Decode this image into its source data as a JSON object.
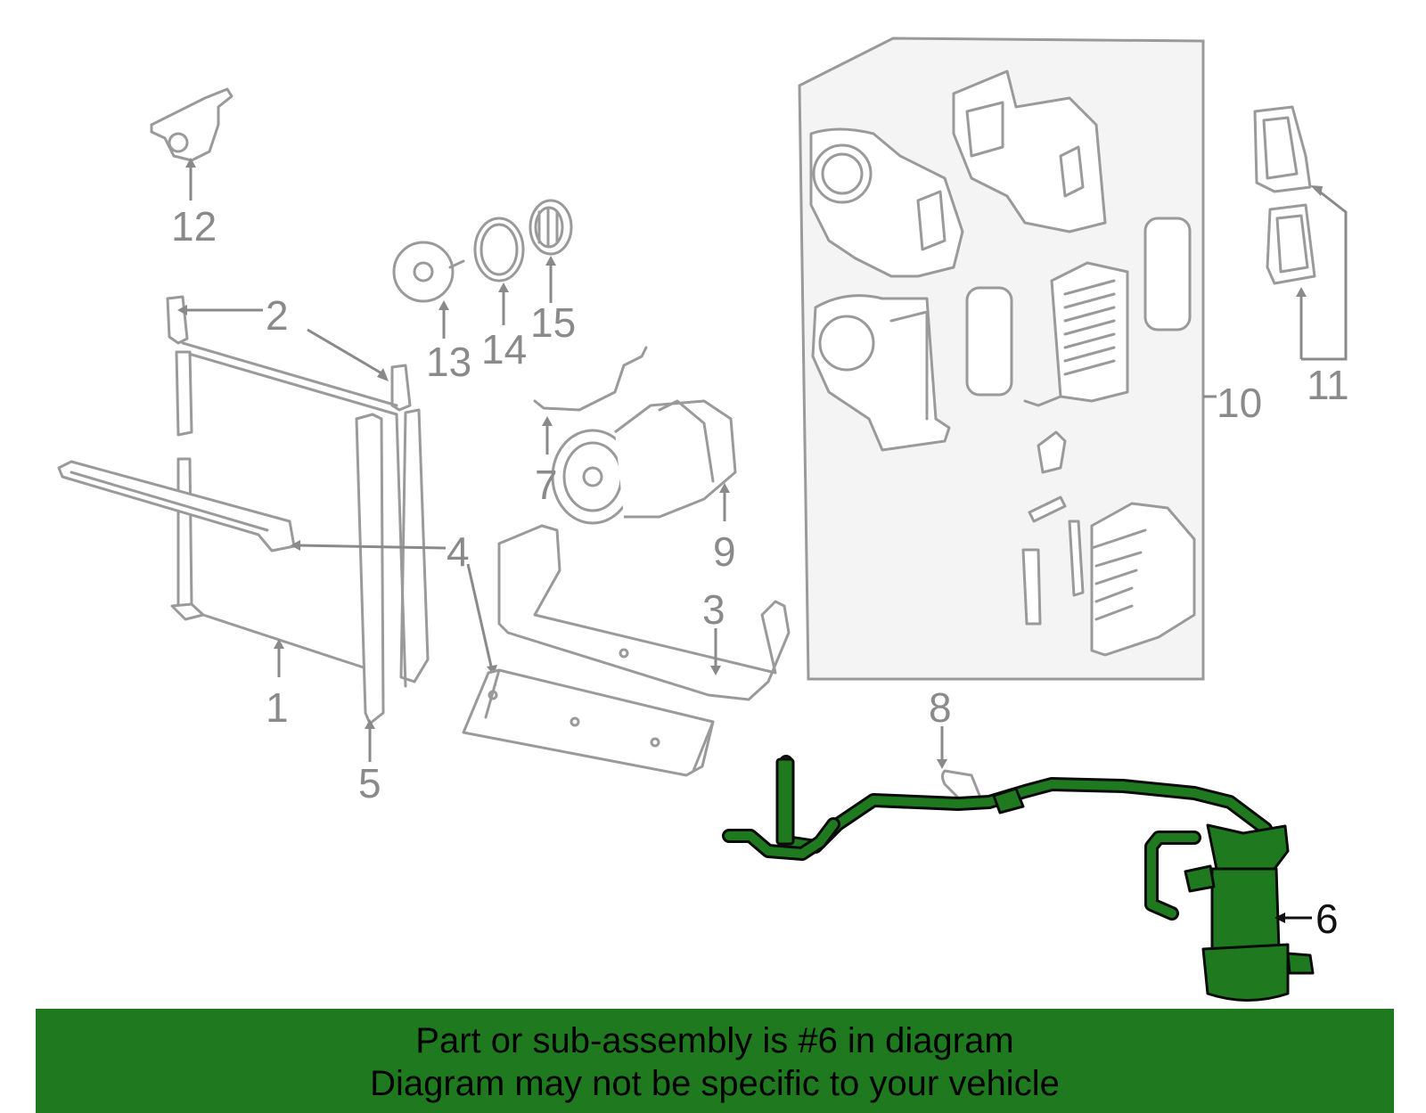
{
  "callouts": {
    "c1": "1",
    "c2": "2",
    "c3": "3",
    "c4": "4",
    "c5": "5",
    "c6": "6",
    "c7": "7",
    "c8": "8",
    "c9": "9",
    "c10": "10",
    "c11": "11",
    "c12": "12",
    "c13": "13",
    "c14": "14",
    "c15": "15"
  },
  "highlighted_part": "6",
  "colors": {
    "highlight": "#1f7a1f",
    "part_line": "#9a9a9a",
    "callout_text": "#8a8a8a",
    "panel_fill": "#f4f4f4"
  },
  "banner": {
    "line1": "Part or sub-assembly is #6 in diagram",
    "line2": "Diagram may not be specific to your vehicle"
  }
}
